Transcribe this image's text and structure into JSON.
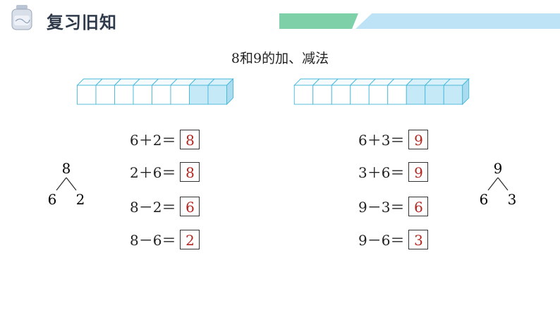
{
  "header": {
    "title": "复习旧知",
    "icon": "jar-icon",
    "accent_green": "#7dd0a8",
    "accent_blue": "#bfe3f6"
  },
  "subtitle": "8和9的加、减法",
  "strips": [
    {
      "total": 8,
      "highlighted": 2
    },
    {
      "total": 9,
      "highlighted": 3
    }
  ],
  "left_decomp": {
    "whole": "8",
    "part_a": "6",
    "part_b": "2"
  },
  "right_decomp": {
    "whole": "9",
    "part_a": "6",
    "part_b": "3"
  },
  "left_equations": [
    {
      "expr": "6＋2＝",
      "answer": "8"
    },
    {
      "expr": "2＋6＝",
      "answer": "8"
    },
    {
      "expr": "8－2＝",
      "answer": "6"
    },
    {
      "expr": "8－6＝",
      "answer": "2"
    }
  ],
  "right_equations": [
    {
      "expr": "6＋3＝",
      "answer": "9"
    },
    {
      "expr": "3＋6＝",
      "answer": "9"
    },
    {
      "expr": "9－3＝",
      "answer": "6"
    },
    {
      "expr": "9－6＝",
      "answer": "3"
    }
  ],
  "colors": {
    "answer": "#b3261e",
    "cube_plain": "#ffffff",
    "cube_highlight": "#c6e9f7",
    "cube_edge": "#45b8d8"
  }
}
